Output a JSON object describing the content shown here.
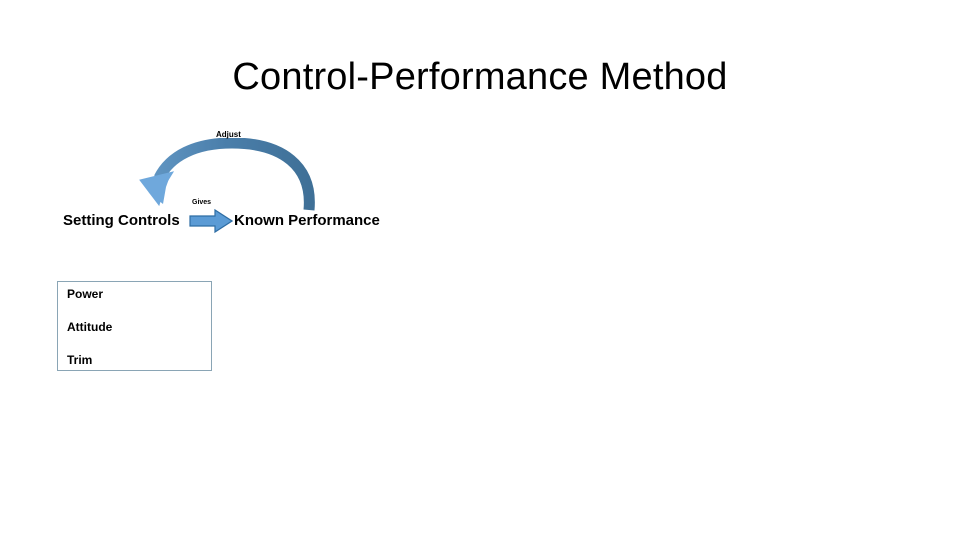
{
  "slide": {
    "title": "Control-Performance Method",
    "background_color": "#FFFFFF"
  },
  "diagram": {
    "type": "process-loop",
    "nodes": [
      {
        "id": "setting-controls",
        "label": "Setting Controls"
      },
      {
        "id": "known-performance",
        "label": "Known Performance"
      }
    ],
    "connectors": [
      {
        "id": "gives-arrow",
        "label": "Gives",
        "from": "setting-controls",
        "to": "known-performance",
        "shape": "straight-right-arrow",
        "fill_color": "#5B9BD5",
        "stroke_color": "#2E6DA4"
      },
      {
        "id": "adjust-arrow",
        "label": "Adjust",
        "from": "known-performance",
        "to": "setting-controls",
        "shape": "curved-arc-arrow",
        "fill_color": "#4A7EAA",
        "head_fill_color": "#6FA8DC"
      }
    ]
  },
  "controls_box": {
    "border_color": "#8AA5B5",
    "items": [
      {
        "label": "Power"
      },
      {
        "label": "Attitude"
      },
      {
        "label": "Trim"
      }
    ]
  }
}
